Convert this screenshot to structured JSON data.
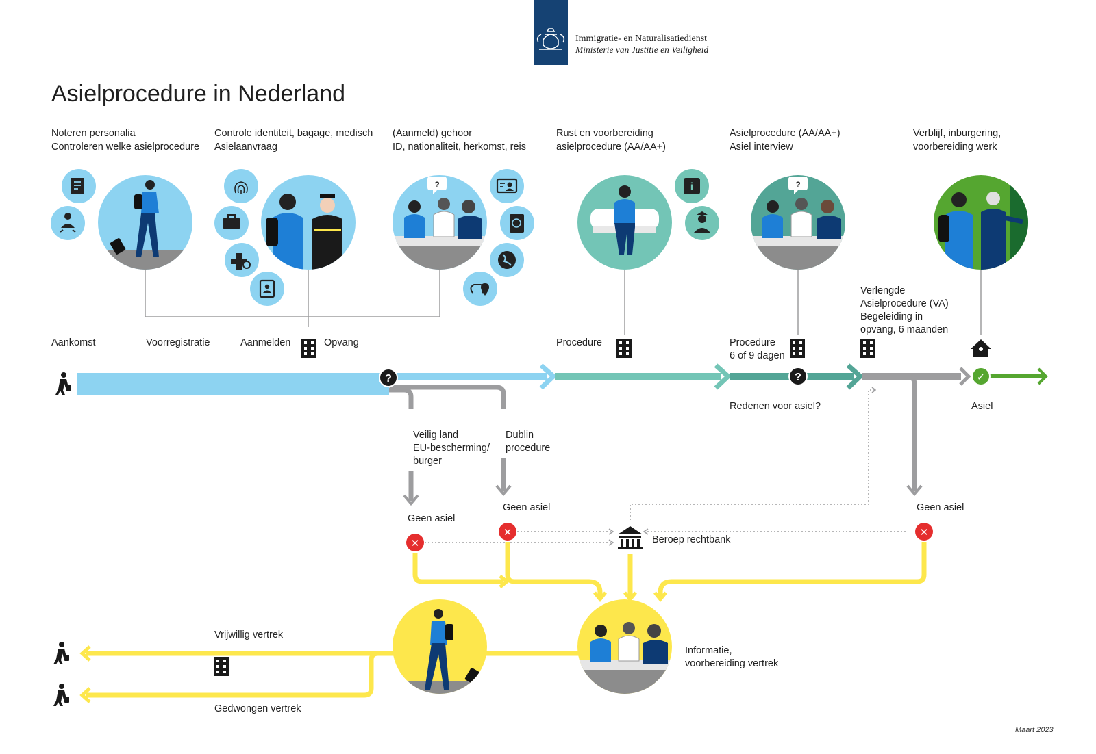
{
  "header": {
    "org_name": "Immigratie- en Naturalisatiedienst",
    "ministry": "Ministerie van Justitie en Veiligheid",
    "title": "Asielprocedure in Nederland",
    "date": "Maart 2023"
  },
  "colors": {
    "blue": "#8dd3f1",
    "teal": "#73c5b6",
    "dark_teal": "#53a596",
    "gray": "#9d9d9f",
    "green": "#55a630",
    "yellow": "#fde74c",
    "red": "#e52e2e",
    "brand_blue": "#154273"
  },
  "stages": [
    {
      "line1": "Noteren personalia",
      "line2": "Controleren welke asielprocedure"
    },
    {
      "line1": "Controle identiteit, bagage, medisch",
      "line2": "Asielaanvraag"
    },
    {
      "line1": "(Aanmeld) gehoor",
      "line2": "ID, nationaliteit, herkomst, reis"
    },
    {
      "line1": "Rust en voorbereiding",
      "line2": "asielprocedure (AA/AA+)"
    },
    {
      "line1": "Asielprocedure (AA/AA+)",
      "line2": "Asiel interview"
    },
    {
      "line1": "Verblijf, inburgering,",
      "line2": "voorbereiding werk"
    }
  ],
  "timeline": {
    "aankomst": "Aankomst",
    "voorregistratie": "Voorregistratie",
    "aanmelden": "Aanmelden",
    "opvang": "Opvang",
    "procedure": "Procedure",
    "procedure_days_1": "Procedure",
    "procedure_days_2": "6 of 9 dagen",
    "va_1": "Verlengde",
    "va_2": "Asielprocedure (VA)",
    "va_3": "Begeleiding in",
    "va_4": "opvang, 6 maanden",
    "redenen": "Redenen voor asiel?",
    "asiel": "Asiel"
  },
  "branches": {
    "veilig_1": "Veilig land",
    "veilig_2": "EU-bescherming/",
    "veilig_3": "burger",
    "dublin_1": "Dublin",
    "dublin_2": "procedure",
    "geen_asiel": "Geen asiel",
    "beroep": "Beroep rechtbank"
  },
  "departure": {
    "vrijwillig": "Vrijwillig vertrek",
    "gedwongen": "Gedwongen vertrek",
    "info_1": "Informatie,",
    "info_2": "voorbereiding vertrek"
  },
  "icons": {
    "question": "?",
    "info": "i",
    "cross": "✕",
    "check": "✓"
  }
}
